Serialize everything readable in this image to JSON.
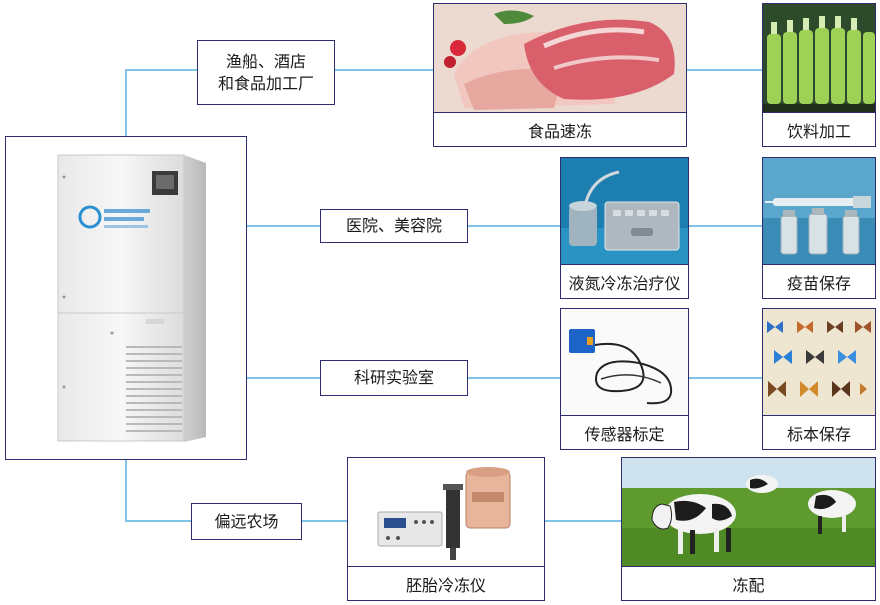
{
  "categories": [
    {
      "id": "fishing",
      "label_line1": "渔船、酒店",
      "label_line2": "和食品加工厂"
    },
    {
      "id": "hospital",
      "label": "医院、美容院"
    },
    {
      "id": "lab",
      "label": "科研实验室"
    },
    {
      "id": "farm",
      "label": "偏远农场"
    }
  ],
  "applications": {
    "food_freezing": "食品速冻",
    "beverage": "饮料加工",
    "cryo_device": "液氮冷冻治疗仪",
    "vaccine": "疫苗保存",
    "sensor": "传感器标定",
    "specimen": "标本保存",
    "embryo": "胚胎冷冻仪",
    "breeding": "冻配"
  },
  "colors": {
    "border": "#2c2c6e",
    "connector": "#7fc4e6"
  }
}
